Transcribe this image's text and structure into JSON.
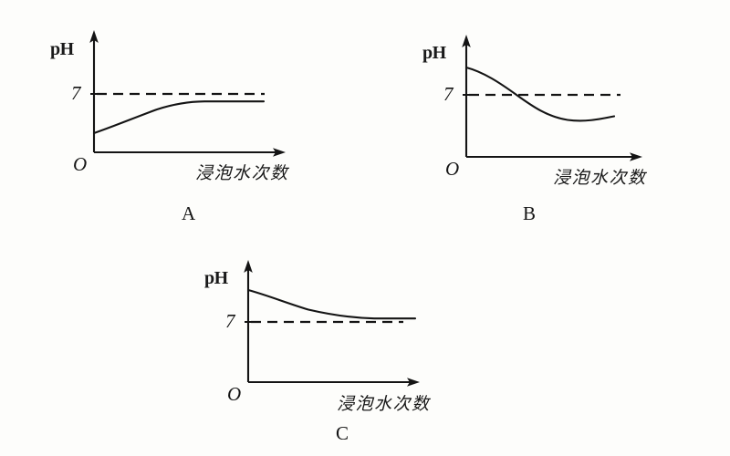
{
  "figure": {
    "background_color": "#fdfdfb",
    "ink_color": "#141414",
    "panels": [
      {
        "id": "A",
        "letter": "A",
        "y_axis_label": "pH",
        "x_axis_label": "浸泡水次数",
        "origin_label": "O",
        "tick_label": "7",
        "description": "pH rises from acidic and levels off just below 7"
      },
      {
        "id": "B",
        "letter": "B",
        "y_axis_label": "pH",
        "x_axis_label": "浸泡水次数",
        "origin_label": "O",
        "tick_label": "7",
        "description": "pH falls from basic, crosses 7 and levels off below 7"
      },
      {
        "id": "C",
        "letter": "C",
        "y_axis_label": "pH",
        "x_axis_label": "浸泡水次数",
        "origin_label": "O",
        "tick_label": "7",
        "description": "pH falls from basic and levels off just above 7"
      }
    ]
  },
  "chart_data": [
    {
      "type": "line",
      "id": "A",
      "title": "A",
      "xlabel": "浸泡水次数",
      "ylabel": "pH",
      "ylim": [
        0,
        10
      ],
      "xlim": [
        0,
        10
      ],
      "grid": false,
      "legend": null,
      "reference_lines": [
        {
          "axis": "y",
          "value": 7,
          "label": "7",
          "style": "dashed"
        }
      ],
      "x": [
        0,
        1,
        2,
        3,
        4,
        5,
        6,
        7,
        8,
        9,
        10
      ],
      "y": [
        4.2,
        4.9,
        5.5,
        6.0,
        6.35,
        6.6,
        6.75,
        6.82,
        6.86,
        6.88,
        6.88
      ]
    },
    {
      "type": "line",
      "id": "B",
      "title": "B",
      "xlabel": "浸泡水次数",
      "ylabel": "pH",
      "ylim": [
        0,
        10
      ],
      "xlim": [
        0,
        10
      ],
      "grid": false,
      "legend": null,
      "reference_lines": [
        {
          "axis": "y",
          "value": 7,
          "label": "7",
          "style": "dashed"
        }
      ],
      "x": [
        0,
        1,
        2,
        3,
        4,
        5,
        6,
        7,
        8,
        9,
        10
      ],
      "y": [
        8.3,
        8.0,
        7.6,
        7.2,
        6.8,
        6.4,
        6.1,
        5.9,
        5.8,
        5.8,
        5.9
      ]
    },
    {
      "type": "line",
      "id": "C",
      "title": "C",
      "xlabel": "浸泡水次数",
      "ylabel": "pH",
      "ylim": [
        0,
        10
      ],
      "xlim": [
        0,
        10
      ],
      "grid": false,
      "legend": null,
      "reference_lines": [
        {
          "axis": "y",
          "value": 7,
          "label": "7",
          "style": "dashed"
        }
      ],
      "x": [
        0,
        1,
        2,
        3,
        4,
        5,
        6,
        7,
        8,
        9,
        10
      ],
      "y": [
        8.6,
        8.2,
        7.9,
        7.65,
        7.45,
        7.3,
        7.2,
        7.13,
        7.08,
        7.06,
        7.05
      ]
    }
  ]
}
